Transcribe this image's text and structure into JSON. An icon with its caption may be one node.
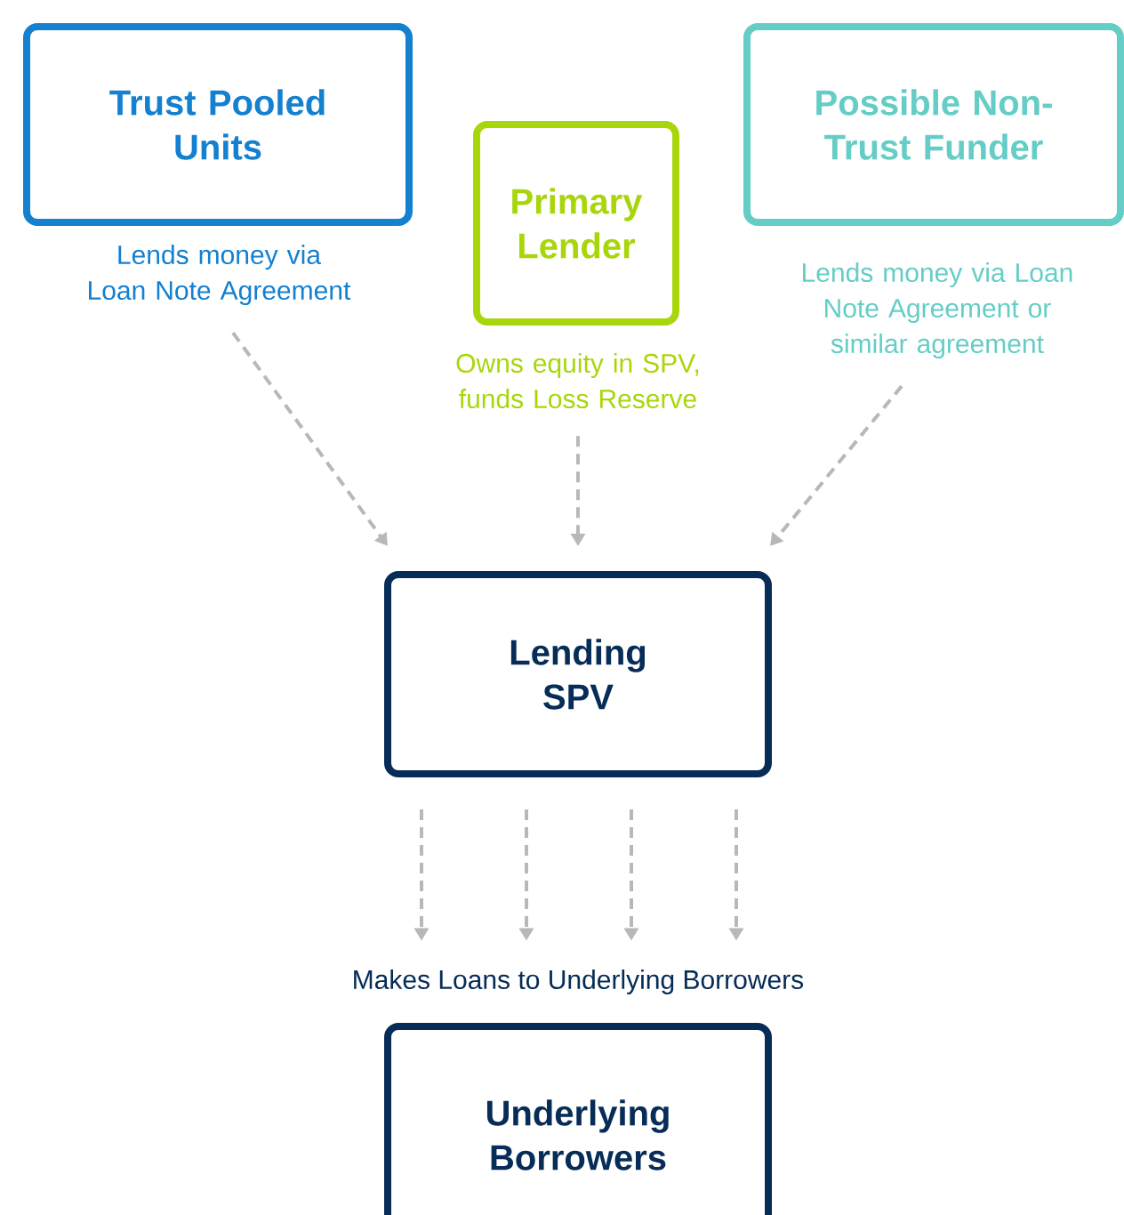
{
  "diagram": {
    "nodes": [
      {
        "text": [
          "Trust Pooled Units"
        ],
        "beside": [
          "Lends money via Loan Note Agreement"
        ]
      },
      {
        "text": [
          "Primary Lender"
        ],
        "beside": [
          "Owns equity in SPV, funds Loss Reserve"
        ]
      },
      {
        "text": [
          "Possible Non-Trust Funder"
        ],
        "beside": [
          "Lends money via Loan Note Agreement or similar agreement"
        ]
      },
      {
        "text": [
          "Lending SPV"
        ]
      },
      {
        "text": [
          "Makes Loans to Underlying Borrowers"
        ]
      },
      {
        "text": [
          "Underlying Borrowers"
        ]
      }
    ],
    "edges": [
      {
        "from": 0,
        "to": 3,
        "arrow": "to",
        "style": "dashed"
      },
      {
        "from": 1,
        "to": 3,
        "arrow": "to",
        "style": "dashed"
      },
      {
        "from": 2,
        "to": 3,
        "arrow": "to",
        "style": "dashed"
      },
      {
        "from": 3,
        "to": 4,
        "arrow": "to",
        "style": "dashed"
      },
      {
        "from": 3,
        "to": 4,
        "arrow": "to",
        "style": "dashed"
      },
      {
        "from": 3,
        "to": 4,
        "arrow": "to",
        "style": "dashed"
      },
      {
        "from": 3,
        "to": 4,
        "arrow": "to",
        "style": "dashed"
      }
    ]
  }
}
